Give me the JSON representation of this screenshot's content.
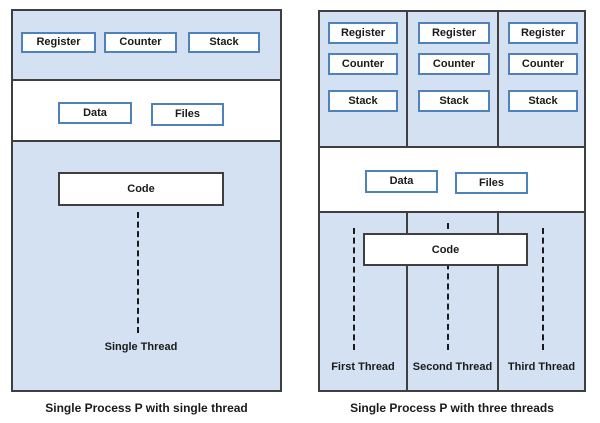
{
  "colors": {
    "panel_fill": "#d3e1f2",
    "box_border": "#4f81bd",
    "outer_border": "#3f3f3f",
    "text": "#1a1a1a"
  },
  "left_panel": {
    "caption": "Single Process P with single thread",
    "register_row": [
      "Register",
      "Counter",
      "Stack"
    ],
    "data_row": [
      "Data",
      "Files"
    ],
    "code_label": "Code",
    "thread_label": "Single Thread"
  },
  "right_panel": {
    "caption": "Single Process P with three threads",
    "columns": [
      {
        "boxes": [
          "Register",
          "Counter",
          "Stack"
        ],
        "thread_label": "First Thread"
      },
      {
        "boxes": [
          "Register",
          "Counter",
          "Stack"
        ],
        "thread_label": "Second Thread"
      },
      {
        "boxes": [
          "Register",
          "Counter",
          "Stack"
        ],
        "thread_label": "Third Thread"
      }
    ],
    "data_row": [
      "Data",
      "Files"
    ],
    "code_label": "Code"
  }
}
